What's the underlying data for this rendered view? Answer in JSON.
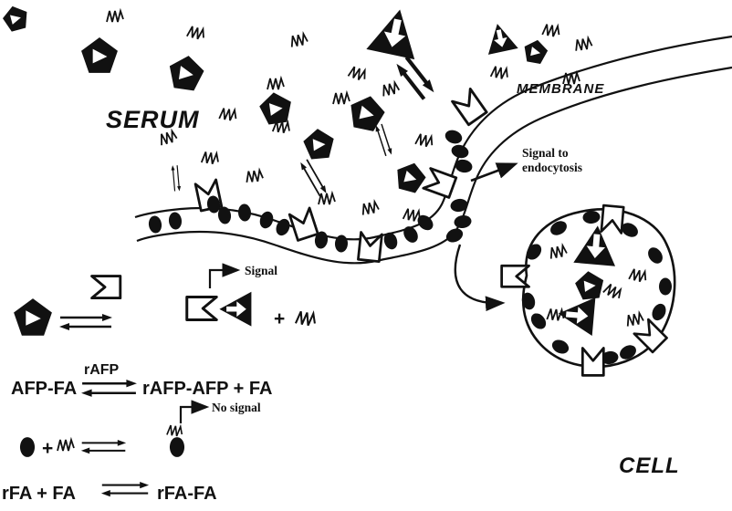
{
  "labels": {
    "serum": "SERUM",
    "membrane": "MEMBRANE",
    "cell": "CELL",
    "signal_to_endocytosis": [
      "Signal to",
      "endocytosis"
    ],
    "signal": "Signal",
    "no_signal": "No signal"
  },
  "equations": {
    "afp": {
      "left": "AFP-FA",
      "enzyme": "rAFP",
      "right": "rAFP-AFP + FA"
    },
    "fa": {
      "left": "rFA + FA",
      "right": "rFA-FA"
    },
    "plus": "+"
  },
  "icons": {
    "afp_fa": "black-pentagon-with-white-triangle",
    "afp": "black-triangle-with-white-arrow",
    "fa": "zigzag-squiggle",
    "rafp_receptor": "white-notched-receptor",
    "rfa_receptor": "black-ellipse",
    "equilibrium": "double-harpoon-arrows"
  },
  "colors": {
    "ink": "#111111",
    "background": "#ffffff"
  }
}
